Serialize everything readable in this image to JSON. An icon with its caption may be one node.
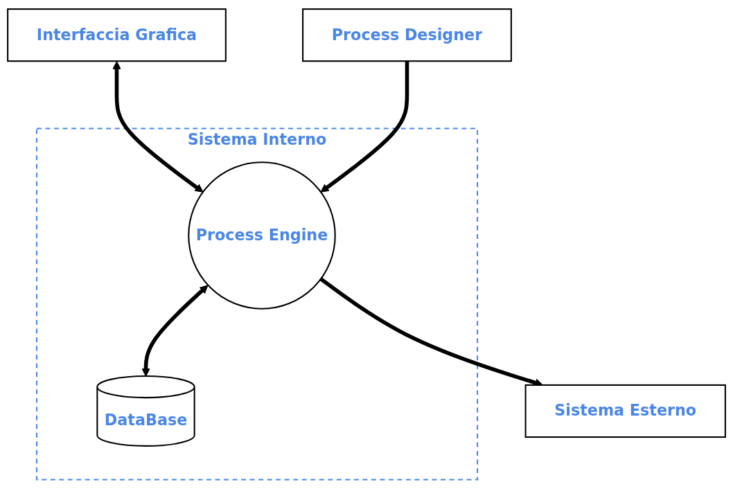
{
  "diagram": {
    "nodes": [
      {
        "text": [
          "Interfaccia Grafica"
        ]
      },
      {
        "text": [
          "Process Designer"
        ]
      },
      {
        "text": [
          "Sistema Interno"
        ]
      },
      {
        "text": [
          "Process Engine"
        ],
        "in": 2
      },
      {
        "text": [
          "DataBase"
        ],
        "in": 2
      },
      {
        "text": [
          "Sistema Esterno"
        ]
      }
    ],
    "edges": [
      {
        "from": 0,
        "to": 3,
        "arrow": "both"
      },
      {
        "from": 1,
        "to": 3,
        "arrow": "to"
      },
      {
        "from": 3,
        "to": 5,
        "arrow": "to"
      },
      {
        "from": 3,
        "to": 4,
        "arrow": "both"
      }
    ]
  }
}
